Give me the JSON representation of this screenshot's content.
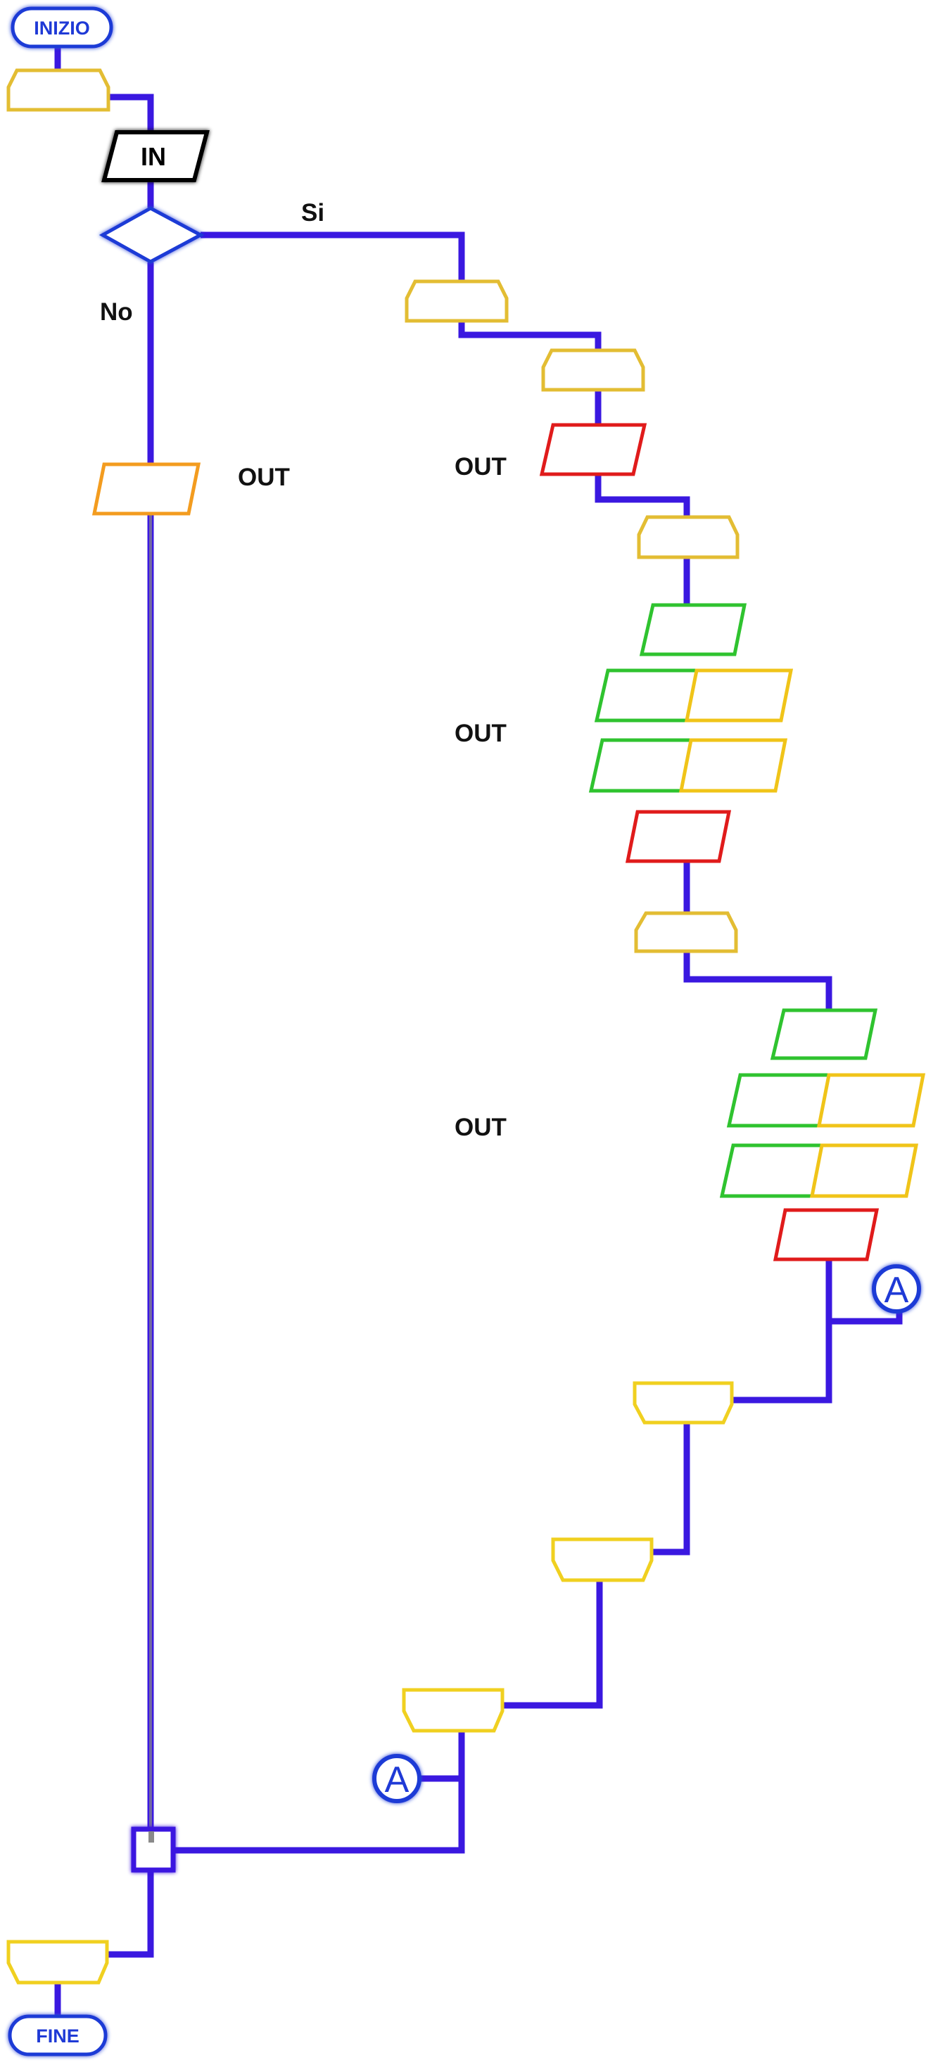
{
  "start_label": "INIZIO",
  "end_label": "FINE",
  "input_label": "IN",
  "branch_yes": "Si",
  "branch_no": "No",
  "output_labels": [
    "OUT",
    "OUT",
    "OUT",
    "OUT"
  ],
  "connector_label": "A",
  "colors": {
    "flow_line": "#3a18e0",
    "loop_block": "#e3bd33",
    "loop_end_block": "#f0d020",
    "output_red": "#e01b1b",
    "output_green": "#2fc32f",
    "output_yellow": "#f0c419",
    "output_orange": "#f39c1f",
    "input_black": "#000000",
    "terminal_blue": "#1f3ad6"
  }
}
